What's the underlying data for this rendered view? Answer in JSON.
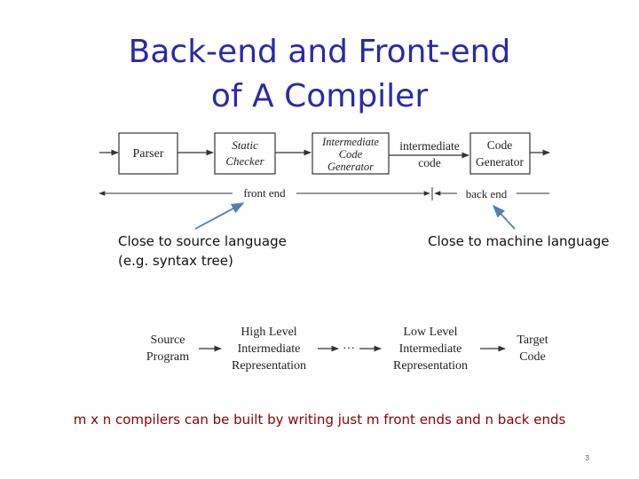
{
  "slide": {
    "title_line1": "Back-end and Front-end",
    "title_line2": "of A Compiler",
    "page_number": "3"
  },
  "pipeline": {
    "parser": "Parser",
    "static_checker_l1": "Static",
    "static_checker_l2": "Checker",
    "icg_l1": "Intermediate",
    "icg_l2": "Code",
    "icg_l3": "Generator",
    "intermediate_code_l1": "intermediate",
    "intermediate_code_l2": "code",
    "codegen_l1": "Code",
    "codegen_l2": "Generator",
    "front_end": "front end",
    "back_end": "back end"
  },
  "notes": {
    "source_l1": "Close to source language",
    "source_l2": "(e.g. syntax tree)",
    "machine": "Close to machine language",
    "compilers": "m x n compilers can be built by writing just m front ends and n back ends"
  },
  "representation_chain": {
    "source_l1": "Source",
    "source_l2": "Program",
    "high_l1": "High Level",
    "high_l2": "Intermediate",
    "high_l3": "Representation",
    "dots": "···",
    "low_l1": "Low Level",
    "low_l2": "Intermediate",
    "low_l3": "Representation",
    "target_l1": "Target",
    "target_l2": "Code"
  },
  "colors": {
    "title": "#2a2aa8",
    "annotation_arrow": "#4f7fb8",
    "red_note": "#8b0000"
  }
}
